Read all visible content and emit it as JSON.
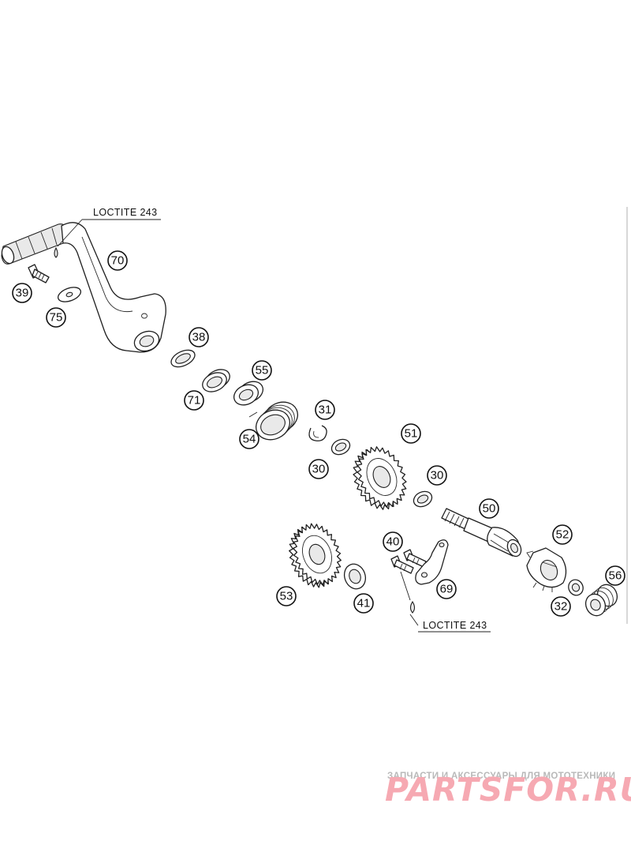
{
  "callouts": [
    "70",
    "39",
    "75",
    "38",
    "71",
    "55",
    "54",
    "31",
    "30",
    "51",
    "30",
    "50",
    "52",
    "56",
    "32",
    "40",
    "69",
    "53",
    "41"
  ],
  "notes": {
    "loctite_top": "LOCTITE 243",
    "loctite_bottom": "LOCTITE 243"
  },
  "watermark": {
    "tagline": "ЗАПЧАСТИ И АКСЕССУАРЫ ДЛЯ МОТОТЕХНИКИ",
    "logo": "PARTSFOR.RU",
    "logo_color": "#f6a9b2"
  }
}
